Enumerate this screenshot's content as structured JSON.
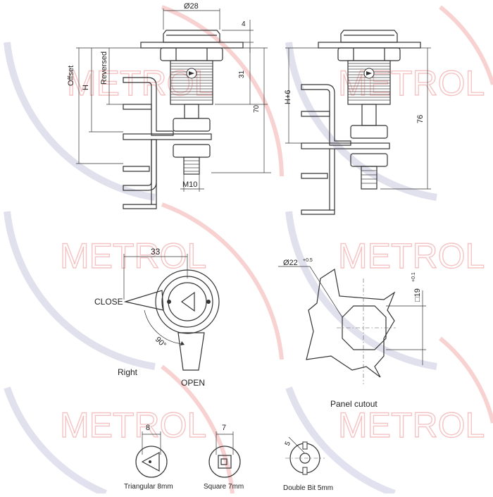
{
  "watermark": {
    "brand": "METROL",
    "stroke_color": "#f4b9b9",
    "arc_color": "#dcdcec",
    "arc_red": "#f7caca"
  },
  "side_view": {
    "dia_top": "Ø28",
    "head_h": "4",
    "thread_len": "31",
    "total_len": "70",
    "offset_label": "Offset",
    "h_label": "H",
    "reversed_label": "Reversed",
    "thread_label": "M10"
  },
  "alt_view": {
    "h6_label": "H+6",
    "total_len": "76"
  },
  "front_view": {
    "width_dim": "33",
    "close_label": "CLOSE",
    "open_label": "OPEN",
    "angle_label": "90°",
    "hand_label": "Right"
  },
  "panel_cutout": {
    "dia_label": "Ø22",
    "dia_tol": "+0.5",
    "flat_label": "□19",
    "flat_tol": "+0.1",
    "caption": "Panel cutout"
  },
  "key_options": [
    {
      "dim": "8",
      "caption": "Triangular 8mm"
    },
    {
      "dim": "7",
      "caption": "Square 7mm"
    },
    {
      "dim": "5",
      "caption": "Double Bit 5mm"
    }
  ],
  "colors": {
    "line": "#333333",
    "background": "#ffffff"
  }
}
